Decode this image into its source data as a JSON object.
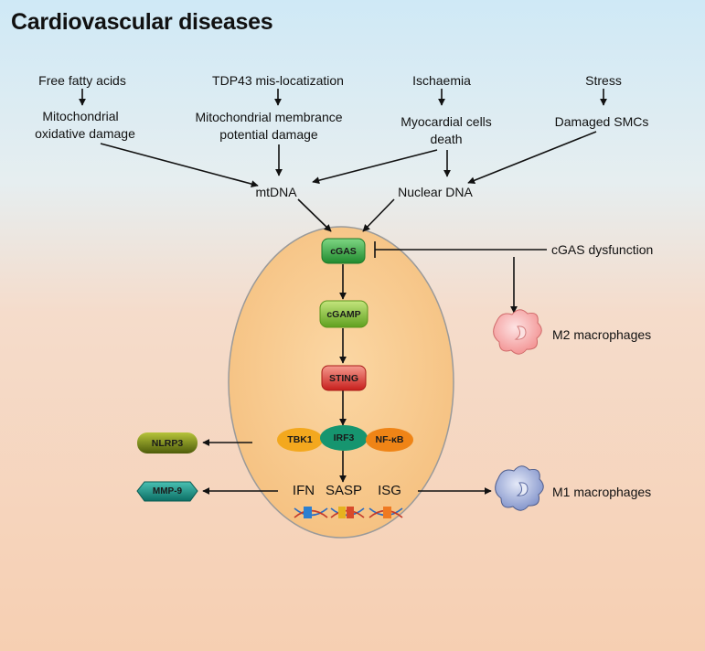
{
  "title": "Cardiovascular diseases",
  "causes": {
    "fatty_acids": "Free fatty acids",
    "tdp43": "TDP43 mis-locatization",
    "ischaemia": "Ischaemia",
    "stress": "Stress"
  },
  "damage": {
    "mito_ox_1": "Mitochondrial",
    "mito_ox_2": "oxidative  damage",
    "mito_mem_1": "Mitochondrial membrance",
    "mito_mem_2": "potential damage",
    "myo_1": "Myocardial cells",
    "myo_2": "death",
    "smc": "Damaged SMCs"
  },
  "dna": {
    "mtdna": "mtDNA",
    "nuclear": "Nuclear DNA"
  },
  "pathway": {
    "cgas": "cGAS",
    "cgamp": "cGAMP",
    "sting": "STING",
    "tbk1": "TBK1",
    "irf3": "IRF3",
    "nfkb": "NF-κB",
    "nlrp3": "NLRP3",
    "mmp9": "MMP-9",
    "ifn": "IFN",
    "sasp": "SASP",
    "isg": "ISG"
  },
  "side": {
    "cgas_dysfunction": "cGAS dysfunction",
    "m2": "M2 macrophages",
    "m1": "M1 macrophages"
  },
  "colors": {
    "cell": "#f8c98a",
    "cgas": "#2e9e3a",
    "cgamp": "#7fba2e",
    "sting": "#d9312b",
    "tbk1": "#f0a21c",
    "irf3": "#14956e",
    "nfkb": "#ee7f16",
    "nlrp3": "#6b7c12",
    "mmp9": "#138c7f",
    "m2": "#f7a3a3",
    "m1": "#8ea0d6"
  }
}
